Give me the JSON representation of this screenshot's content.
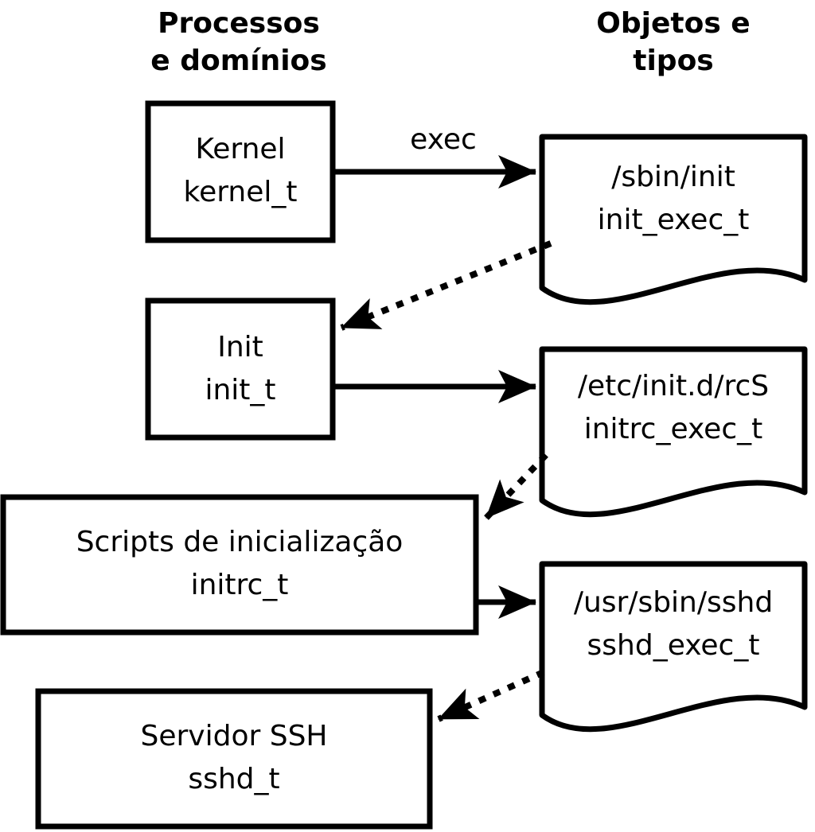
{
  "diagram": {
    "title_columns": {
      "left": {
        "line1": "Processos",
        "line2": "e domínios"
      },
      "right": {
        "line1": "Objetos e",
        "line2": "tipos"
      }
    },
    "edge_label": "exec",
    "processes": [
      {
        "name": "Kernel",
        "domain": "kernel_t"
      },
      {
        "name": "Init",
        "domain": "init_t"
      },
      {
        "name": "Scripts de inicialização",
        "domain": "initrc_t"
      },
      {
        "name": "Servidor SSH",
        "domain": "sshd_t"
      }
    ],
    "objects": [
      {
        "path": "/sbin/init",
        "type": "init_exec_t"
      },
      {
        "path": "/etc/init.d/rcS",
        "type": "initrc_exec_t"
      },
      {
        "path": "/usr/sbin/sshd",
        "type": "sshd_exec_t"
      }
    ],
    "colors": {
      "foreground": "#000000",
      "background": "#ffffff"
    }
  }
}
